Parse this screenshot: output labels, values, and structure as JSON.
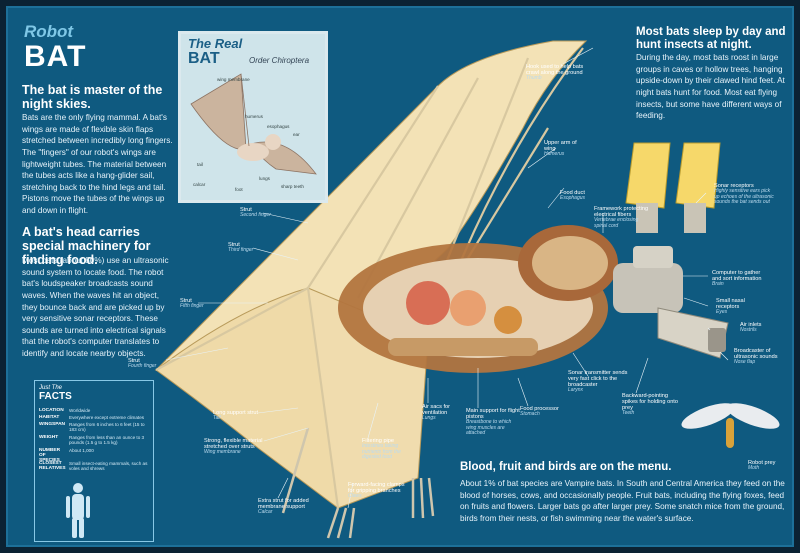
{
  "brand": {
    "line1": "Robot",
    "line2": "BAT"
  },
  "inset": {
    "title1": "The Real",
    "title2": "BAT",
    "order": "Order Chiroptera",
    "labels": [
      "wing membrane",
      "humerus",
      "esophagus",
      "ear",
      "tail",
      "calcar",
      "foot",
      "lungs",
      "sharp teeth"
    ]
  },
  "left": {
    "h1": "The bat is master of the night skies.",
    "p1": "Bats are the only flying mammal. A bat's wings are made of flexible skin flaps stretched between incredibly long fingers. The \"fingers\" of our robot's wings are lightweight tubes. The material between the tubes acts like a hang-glider sail, stretching back to the hind legs and tail. Pistons move the tubes of the wings up and down in flight.",
    "h2": "A bat's head carries special machinery for finding food.",
    "p2": "Most bats (about 80%) use an ultrasonic sound system to locate food. The robot bat's loudspeaker broadcasts sound waves. When the waves hit an object, they bounce back and are picked up by very sensitive sonar receptors. These sounds are turned into electrical signals that the robot's computer translates to identify and locate nearby objects."
  },
  "right": {
    "h1": "Most bats sleep by day and hunt insects at night.",
    "p1": "During the day, most bats roost in large groups in caves or hollow trees, hanging upside-down by their clawed hind feet. At night bats hunt for food. Most eat flying insects, but some have different ways of feeding."
  },
  "bottom": {
    "h": "Blood, fruit and birds are on the menu.",
    "p": "About 1% of bat species are Vampire bats. In South and Central America they feed on the blood of horses, cows, and occasionally people. Fruit bats, including the flying foxes, feed on fruits and flowers. Larger bats go after larger prey. Some snatch mice from the ground, birds from their nests, or fish swimming near the water's surface."
  },
  "facts": {
    "t1": "Just The",
    "t2": "FACTS",
    "rows": [
      {
        "k": "LOCATION",
        "v": "Worldwide"
      },
      {
        "k": "HABITAT",
        "v": "Everywhere except extreme climates"
      },
      {
        "k": "WINGSPAN",
        "v": "Ranges from 6 inches to 6 feet (15 to 183 cm)"
      },
      {
        "k": "WEIGHT",
        "v": "Ranges from less than an ounce to 3 pounds (1.5 g to 1.5 kg)"
      },
      {
        "k": "NUMBER OF SPECIES",
        "v": "About 1,000"
      },
      {
        "k": "CLOSEST RELATIVES",
        "v": "Small insect-eating mammals, such as voles and shrews"
      }
    ]
  },
  "labels": [
    {
      "t": "Hook used to help bats crawl along the ground",
      "s": "Thumb"
    },
    {
      "t": "Upper arm of wing",
      "s": "Humerus"
    },
    {
      "t": "Food duct",
      "s": "Esophagus"
    },
    {
      "t": "Framework protecting electrical fibers",
      "s": "Vertebrae enclosing spinal cord"
    },
    {
      "t": "Sonar receptors",
      "s": "Highly sensitive ears pick up echoes of the ultrasonic sounds the bat sends out"
    },
    {
      "t": "Computer to gather and sort information",
      "s": "Brain"
    },
    {
      "t": "Small nasal receptors",
      "s": "Eyes"
    },
    {
      "t": "Air inlets",
      "s": "Nostrils"
    },
    {
      "t": "Broadcaster of ultrasonic sounds",
      "s": "Nose flap"
    },
    {
      "t": "Sonar transmitter sends very fast click to the broadcaster",
      "s": "Larynx"
    },
    {
      "t": "Backward-pointing spikes for holding onto prey",
      "s": "Teeth"
    },
    {
      "t": "Robot prey",
      "s": "Moth"
    },
    {
      "t": "Strut",
      "s": "Second finger"
    },
    {
      "t": "Strut",
      "s": "Third finger"
    },
    {
      "t": "Strut",
      "s": "Fifth finger"
    },
    {
      "t": "Strut",
      "s": "Fourth finger"
    },
    {
      "t": "Long support strut",
      "s": "Tail"
    },
    {
      "t": "Strong, flexible material stretched over struts",
      "s": "Wing membrane"
    },
    {
      "t": "Filtering pipe",
      "s": "Intestines taking nutrients from the digested food"
    },
    {
      "t": "Air sacs for ventilation",
      "s": "Lungs"
    },
    {
      "t": "Main support for flight pistons",
      "s": "Breastbone to which wing muscles are attached"
    },
    {
      "t": "Food processor",
      "s": "Stomach"
    },
    {
      "t": "Forward-facing clamps for gripping branches",
      "s": "Claws"
    },
    {
      "t": "Extra strut for added membrane support",
      "s": "Calcar"
    }
  ]
}
